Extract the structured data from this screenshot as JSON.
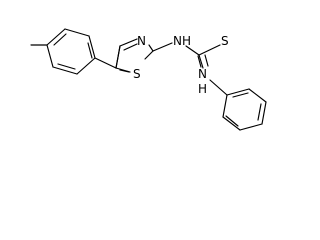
{
  "molecule": {
    "atoms": {
      "thiazole_n": "N",
      "thiazole_s": "S",
      "thiourea_nh": "NH",
      "thiourea_s": "S",
      "anilino_n": "N",
      "anilino_h": "H"
    }
  }
}
